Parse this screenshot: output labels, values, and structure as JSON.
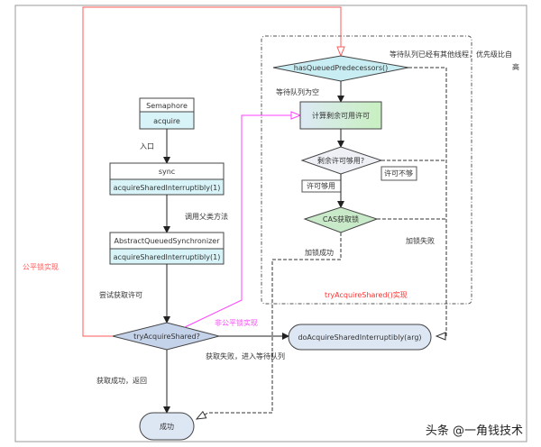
{
  "nodes": {
    "semaphore_title": "Semaphore",
    "semaphore_method": "acquire",
    "sync_title": "sync",
    "sync_method": "acquireSharedInterruptibly(1)",
    "aqs_title": "AbstractQueuedSynchronizer",
    "aqs_method": "acquireSharedInterruptibly(1)",
    "try_acquire": "tryAcquireShared?",
    "has_queued": "hasQueuedPredecessors()",
    "compute": "计算剩余可用许可",
    "enough": "剩余许可够用?",
    "cas": "CAS获取锁",
    "do_acquire": "doAcquireSharedInterruptibly(arg)",
    "success": "成功"
  },
  "labels": {
    "entry": "入口",
    "call_parent": "调用父类方法",
    "try_permit": "尝试获取许可",
    "fair": "公平锁实现",
    "nonfair": "非公平锁实现",
    "queue_has_others_1": "等待队列已经有其他线程，优先级比自",
    "queue_has_others_2": "高",
    "queue_empty": "等待队列为空",
    "not_enough": "许可不够",
    "is_enough": "许可够用",
    "lock_fail": "加锁失败",
    "lock_success": "加锁成功",
    "impl": "tryAcquireShared()实现",
    "fail_enqueue": "获取失败，进入等待队列",
    "success_return": "获取成功，返回"
  },
  "watermark": "头条 @一角钱技术",
  "colors": {
    "fair": "#ff5a5a",
    "nonfair": "#ff44ff",
    "box_fill": "#d8f4f8",
    "diamond_fill": "#c5d3ea"
  }
}
